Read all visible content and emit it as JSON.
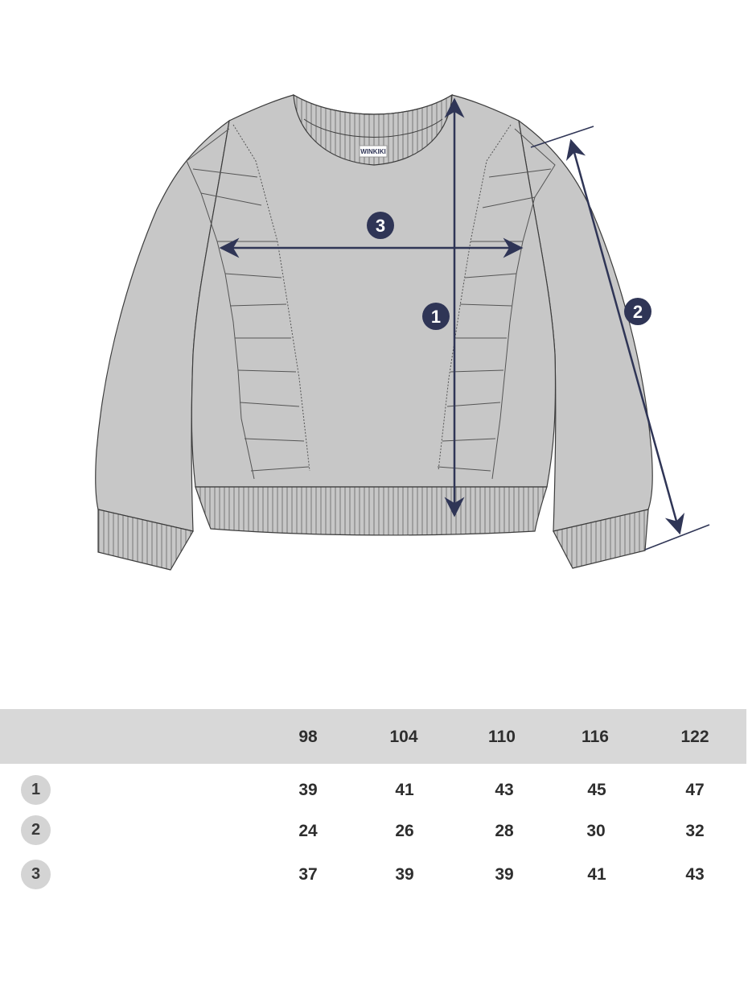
{
  "diagram": {
    "label_text": "WINKIKI",
    "markers": [
      "1",
      "2",
      "3"
    ],
    "colors": {
      "garment": "#c7c7c7",
      "outline": "#3c3c3c",
      "arrow": "#2f3556",
      "marker_bg": "#2f3556"
    }
  },
  "table": {
    "sizes": [
      "98",
      "104",
      "110",
      "116",
      "122"
    ],
    "rows": [
      {
        "marker": "1",
        "values": [
          "39",
          "41",
          "43",
          "45",
          "47"
        ]
      },
      {
        "marker": "2",
        "values": [
          "24",
          "26",
          "28",
          "30",
          "32"
        ]
      },
      {
        "marker": "3",
        "values": [
          "37",
          "39",
          "39",
          "41",
          "43"
        ]
      }
    ],
    "colors": {
      "header_bg": "#d8d8d8",
      "badge_bg": "#d4d4d4"
    }
  }
}
